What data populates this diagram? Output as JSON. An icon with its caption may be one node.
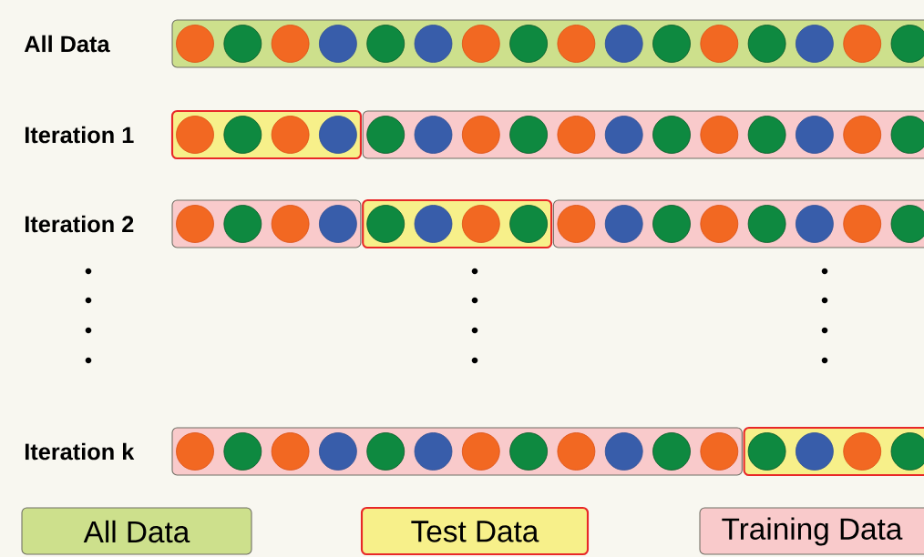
{
  "diagram": {
    "labels": [
      "All Data",
      "Iteration 1",
      "Iteration 2",
      "Iteration k"
    ],
    "legend": [
      {
        "text": "All Data",
        "color": "#cde08c"
      },
      {
        "text": "Test Data",
        "color": "#f7f08a"
      },
      {
        "text": "Training Data",
        "color": "#f9cacb"
      }
    ]
  }
}
